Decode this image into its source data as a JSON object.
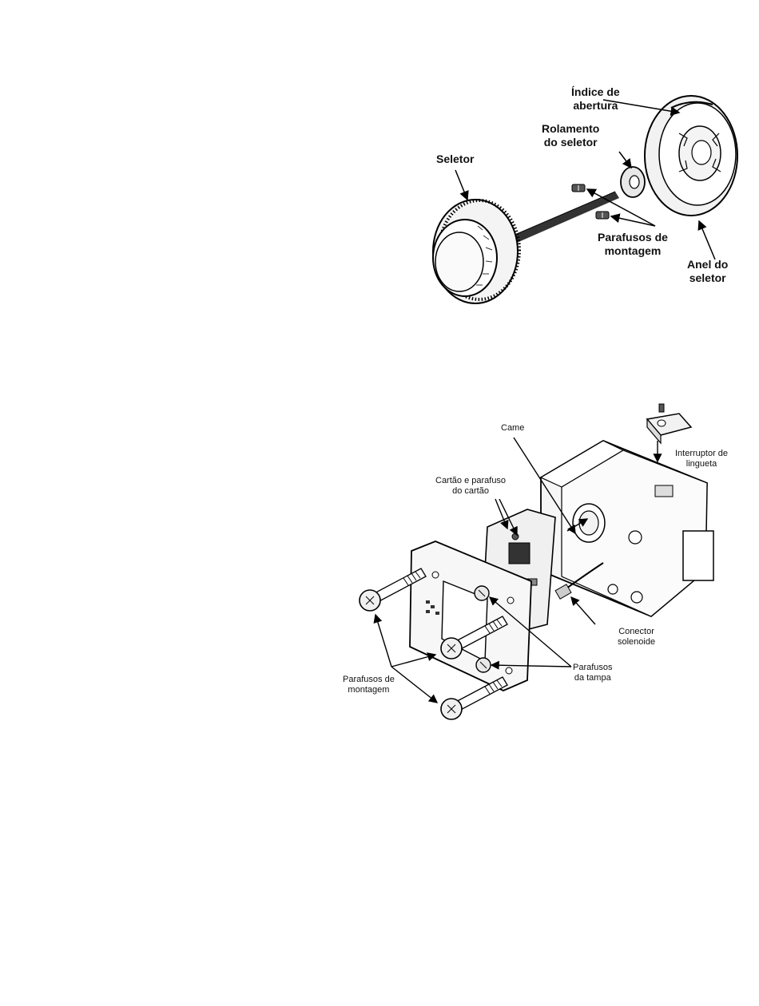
{
  "figure_dial": {
    "labels": {
      "indice": [
        "Índice de",
        "abertura"
      ],
      "rolamento": [
        "Rolamento",
        "do seletor"
      ],
      "seletor": "Seletor",
      "parafusos": [
        "Parafusos de",
        "montagem"
      ],
      "anel": [
        "Anel do",
        "seletor"
      ]
    }
  },
  "figure_lock": {
    "labels": {
      "came": "Came",
      "interruptor": [
        "Interruptor de",
        "lingueta"
      ],
      "cartao": [
        "Cartão e parafuso",
        "do cartão"
      ],
      "conector": [
        "Conector",
        "solenoide"
      ],
      "parafusos_tampa": [
        "Parafusos",
        "da tampa"
      ],
      "parafusos_montagem": [
        "Parafusos de",
        "montagem"
      ]
    }
  }
}
